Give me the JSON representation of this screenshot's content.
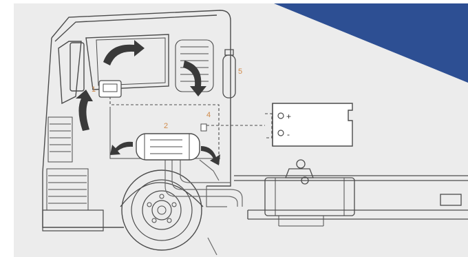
{
  "diagram": {
    "labels": {
      "display": "1",
      "heater": "2",
      "fuel_pump_connector": "4",
      "exhaust": "5"
    },
    "battery": {
      "positive": "+",
      "negative": "-"
    },
    "colors": {
      "background": "#ececec",
      "accent_triangle": "#2d4f93",
      "line": "#4b4b4b",
      "callout": "#d08a4a",
      "arrow": "#3a3a3a"
    },
    "icons": [
      "airflow-arrow-icon",
      "battery-icon",
      "heater-unit-icon",
      "control-panel-icon",
      "truck-wheel-icon"
    ]
  }
}
